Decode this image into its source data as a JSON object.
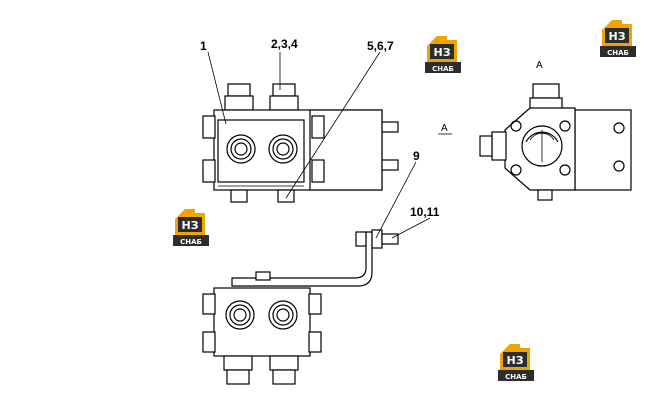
{
  "labels": {
    "part_1": "1",
    "part_2_3_4": "2,3,4",
    "part_5_6_7": "5,6,7",
    "part_9": "9",
    "part_10_11": "10,11",
    "view_a_arrow": "A",
    "view_a_title": "A"
  },
  "watermark": {
    "top_text": "НЗ",
    "bottom_text": "СНАБ"
  },
  "colors": {
    "logo_orange": "#f0a400",
    "logo_dark": "#2d2d2d"
  }
}
